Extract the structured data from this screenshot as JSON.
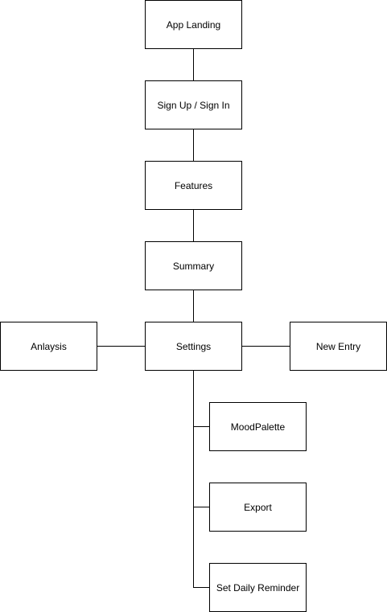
{
  "diagram": {
    "nodes": {
      "app_landing": "App Landing",
      "sign_up_sign_in": "Sign Up / Sign In",
      "features": "Features",
      "summary": "Summary",
      "settings": "Settings",
      "analysis": "Anlaysis",
      "new_entry": "New Entry",
      "mood_palette": "MoodPalette",
      "export": "Export",
      "set_daily_reminder": "Set Daily Reminder"
    },
    "edges": [
      {
        "from": "App Landing",
        "to": "Sign Up / Sign In"
      },
      {
        "from": "Sign Up / Sign In",
        "to": "Features"
      },
      {
        "from": "Features",
        "to": "Summary"
      },
      {
        "from": "Summary",
        "to": "Settings"
      },
      {
        "from": "Settings",
        "to": "Anlaysis"
      },
      {
        "from": "Settings",
        "to": "New Entry"
      },
      {
        "from": "Settings",
        "to": "MoodPalette"
      },
      {
        "from": "Settings",
        "to": "Export"
      },
      {
        "from": "Settings",
        "to": "Set Daily Reminder"
      }
    ]
  }
}
